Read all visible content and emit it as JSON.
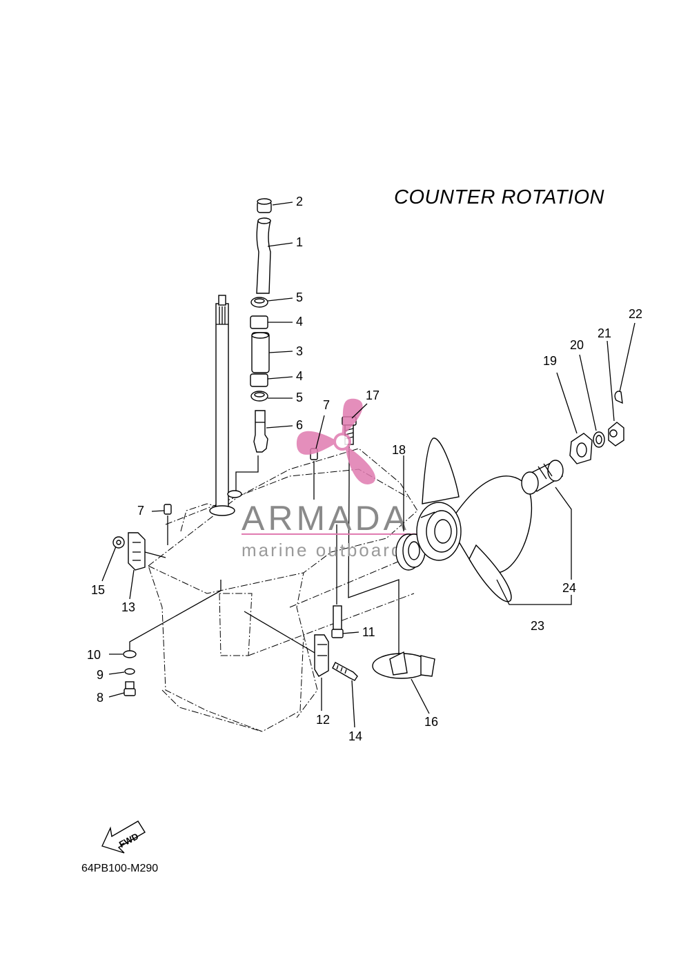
{
  "diagram": {
    "title": "COUNTER  ROTATION",
    "code": "64PB100-M290",
    "fwd_label": "FWD"
  },
  "watermark": {
    "brand": "ARMADA",
    "tagline": "marine outboards",
    "accent": "#e07bb0"
  },
  "callouts": [
    {
      "id": "c2",
      "text": "2"
    },
    {
      "id": "c1",
      "text": "1"
    },
    {
      "id": "c5a",
      "text": "5"
    },
    {
      "id": "c4a",
      "text": "4"
    },
    {
      "id": "c3",
      "text": "3"
    },
    {
      "id": "c4b",
      "text": "4"
    },
    {
      "id": "c5b",
      "text": "5"
    },
    {
      "id": "c6",
      "text": "6"
    },
    {
      "id": "c7a",
      "text": "7"
    },
    {
      "id": "c17",
      "text": "17"
    },
    {
      "id": "c18",
      "text": "18"
    },
    {
      "id": "c7b",
      "text": "7"
    },
    {
      "id": "c15",
      "text": "15"
    },
    {
      "id": "c13",
      "text": "13"
    },
    {
      "id": "c10",
      "text": "10"
    },
    {
      "id": "c9",
      "text": "9"
    },
    {
      "id": "c8",
      "text": "8"
    },
    {
      "id": "c11",
      "text": "11"
    },
    {
      "id": "c12",
      "text": "12"
    },
    {
      "id": "c14",
      "text": "14"
    },
    {
      "id": "c16",
      "text": "16"
    },
    {
      "id": "c19",
      "text": "19"
    },
    {
      "id": "c20",
      "text": "20"
    },
    {
      "id": "c21",
      "text": "21"
    },
    {
      "id": "c22",
      "text": "22"
    },
    {
      "id": "c24",
      "text": "24"
    },
    {
      "id": "c23",
      "text": "23"
    }
  ]
}
